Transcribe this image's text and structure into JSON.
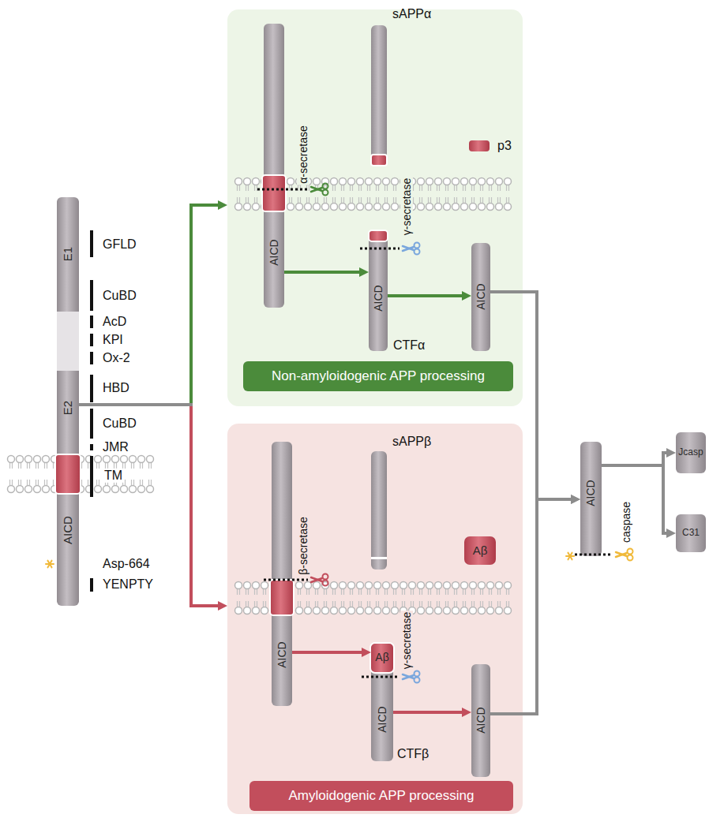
{
  "diagram": {
    "nodes": [
      {
        "text": [
          "E1",
          "E2",
          "AICD"
        ]
      },
      {
        "text": [
          "Non-amyloidogenic APP processing"
        ]
      },
      {
        "text": [
          "AICD"
        ],
        "in": 1
      },
      {
        "text": [
          "AICD"
        ],
        "in": 1
      },
      {
        "text": [
          "AICD"
        ],
        "in": 1
      },
      {
        "text": [
          "Amyloidogenic APP processing"
        ]
      },
      {
        "text": [
          "AICD"
        ],
        "in": 5
      },
      {
        "text": [
          "Aβ"
        ],
        "in": 5
      },
      {
        "text": [
          "Aβ",
          "AICD"
        ],
        "in": 5
      },
      {
        "text": [
          "AICD"
        ],
        "in": 5
      },
      {
        "text": [
          "AICD"
        ]
      },
      {
        "text": [
          "Jcasp"
        ]
      },
      {
        "text": [
          "C31"
        ]
      }
    ],
    "edges": [
      {
        "from": 0,
        "to": 1,
        "arrow": "to"
      },
      {
        "from": 0,
        "to": 5,
        "arrow": "to"
      },
      {
        "from": 2,
        "to": 3,
        "arrow": "to"
      },
      {
        "from": 3,
        "to": 4,
        "arrow": "to"
      },
      {
        "from": 6,
        "to": 8,
        "arrow": "to"
      },
      {
        "from": 8,
        "to": 9,
        "arrow": "to"
      },
      {
        "from": 4,
        "to": 10,
        "arrow": "to"
      },
      {
        "from": 9,
        "to": 10,
        "arrow": "to"
      },
      {
        "from": 10,
        "to": 11,
        "arrow": "to"
      },
      {
        "from": 10,
        "to": 12,
        "arrow": "to"
      }
    ],
    "labels": [
      "GFLD",
      "CuBD",
      "AcD",
      "KPI",
      "Ox-2",
      "HBD",
      "CuBD",
      "JMR",
      "TM",
      "Asp-664",
      "YENPTY",
      "sAPPα",
      "p3",
      "α-secretase",
      "γ-secretase",
      "CTFα",
      "sAPPβ",
      "β-secretase",
      "γ-secretase",
      "CTFβ",
      "caspase"
    ]
  }
}
